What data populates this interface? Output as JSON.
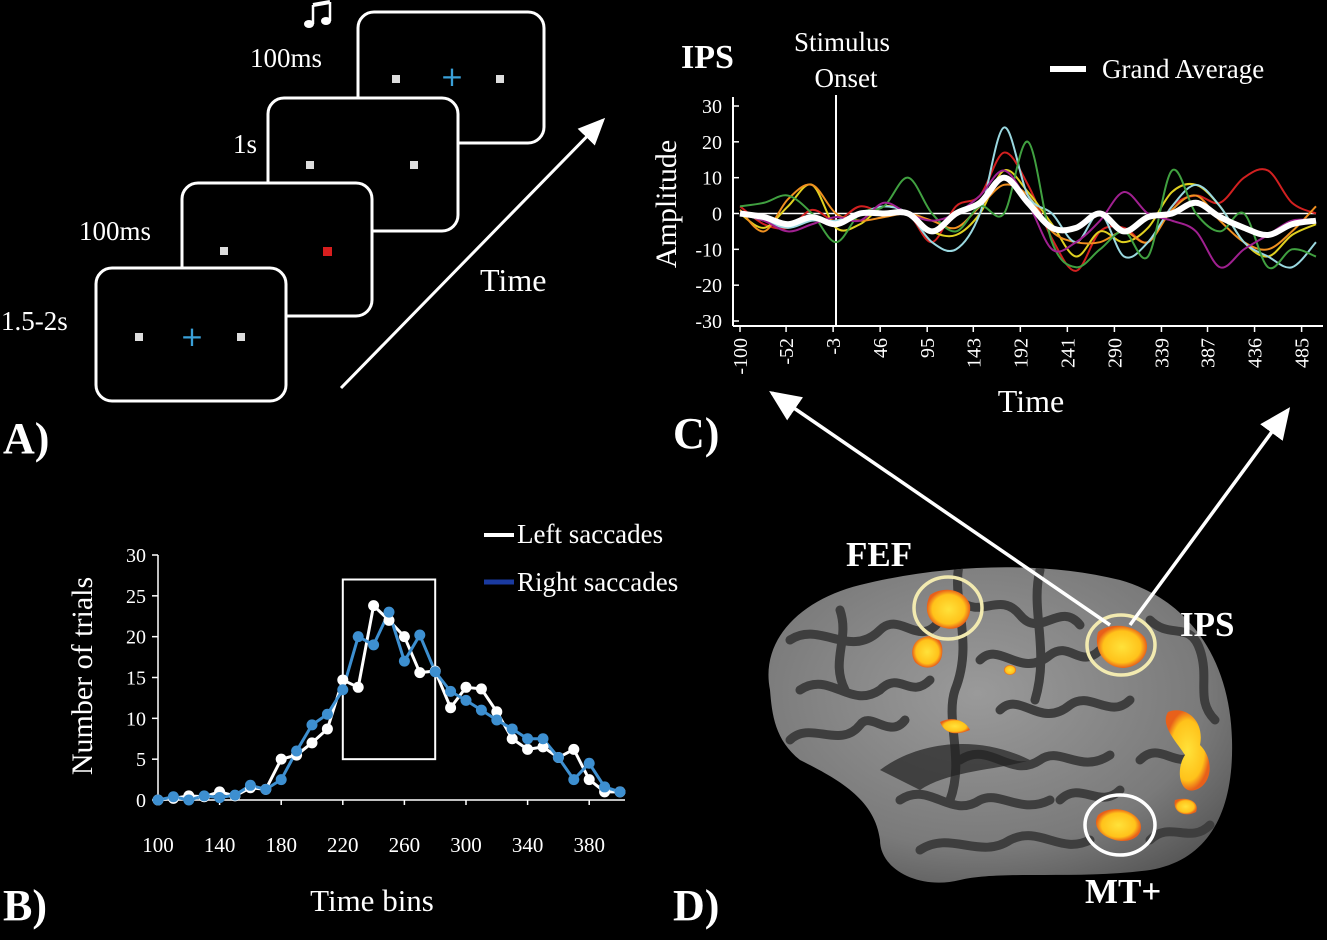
{
  "panel_labels": {
    "a": "A)",
    "b": "B)",
    "c": "C)",
    "d": "D)"
  },
  "panel_a": {
    "durations": [
      "1.5-2s",
      "100ms",
      "1s",
      "100ms"
    ],
    "time_label": "Time",
    "music_icon": "music-note-icon",
    "colors": {
      "fixation_cross": "#3aa0d8",
      "dot": "#dddddd",
      "target_dot": "#d81e1e"
    }
  },
  "panel_b": {
    "chart_data": {
      "type": "line",
      "xlabel": "Time bins",
      "ylabel": "Number of trials",
      "xlim": [
        100,
        400
      ],
      "ylim": [
        0,
        30
      ],
      "x_ticks": [
        "100",
        "140",
        "180",
        "220",
        "260",
        "300",
        "340",
        "380"
      ],
      "y_ticks": [
        "0",
        "5",
        "10",
        "15",
        "20",
        "25",
        "30"
      ],
      "x": [
        100,
        110,
        120,
        130,
        140,
        150,
        160,
        170,
        180,
        190,
        200,
        210,
        220,
        230,
        240,
        250,
        260,
        270,
        280,
        290,
        300,
        310,
        320,
        330,
        340,
        350,
        360,
        370,
        380,
        390,
        400
      ],
      "series": [
        {
          "name": "Left saccades",
          "color": "#ffffff",
          "values": [
            0,
            0.2,
            0.5,
            0.4,
            1,
            0.5,
            1.5,
            1.3,
            5,
            5.5,
            7,
            8.7,
            14.7,
            13.8,
            23.8,
            22,
            20,
            15.6,
            15.8,
            11.3,
            13.8,
            13.6,
            10.8,
            7.5,
            6.2,
            6.5,
            5.2,
            6.2,
            2.5,
            1,
            1
          ]
        },
        {
          "name": "Right saccades",
          "color": "#3d8fd0",
          "values": [
            0,
            0.4,
            0,
            0.5,
            0.3,
            0.6,
            1.8,
            1.3,
            2.5,
            6,
            9.2,
            10.5,
            13.5,
            20,
            19,
            23,
            17,
            20.2,
            15.7,
            13.3,
            12.2,
            11,
            9.8,
            8.7,
            7.5,
            7.5,
            5.2,
            2.5,
            4.5,
            1.6,
            1
          ]
        }
      ],
      "legend_position": "top-right",
      "highlight_box_x": [
        220,
        280
      ],
      "highlight_box_y": [
        5,
        27
      ]
    }
  },
  "panel_c": {
    "chart_data": {
      "type": "line",
      "title": "IPS",
      "xlabel": "Time",
      "ylabel": "Amplitude",
      "xlim": [
        -100,
        500
      ],
      "ylim": [
        -30,
        30
      ],
      "x_ticks": [
        "-100",
        "-52",
        "-3",
        "46",
        "95",
        "143",
        "192",
        "241",
        "290",
        "339",
        "387",
        "436",
        "485"
      ],
      "y_ticks": [
        "30",
        "20",
        "10",
        "0",
        "-10",
        "-20",
        "-30"
      ],
      "onset_x": 0,
      "onset_label_lines": [
        "Stimulus",
        "Onset"
      ],
      "legend": [
        {
          "name": "Grand Average",
          "color": "#ffffff"
        }
      ],
      "x": [
        -100,
        -75,
        -50,
        -25,
        0,
        25,
        50,
        75,
        100,
        125,
        150,
        175,
        200,
        225,
        250,
        275,
        300,
        325,
        350,
        375,
        400,
        425,
        450,
        475,
        500
      ],
      "series": [
        {
          "name": "Grand Average",
          "color": "#ffffff",
          "values": [
            0,
            -1,
            -3,
            -1,
            -3,
            0,
            0,
            0,
            -5,
            0,
            3,
            10,
            3,
            -4,
            -4,
            0,
            -5,
            -1,
            0,
            3,
            -1,
            -4,
            -6,
            -3,
            -2
          ]
        },
        {
          "color": "#d22020",
          "values": [
            2,
            -3,
            -4,
            1,
            -2,
            2,
            0,
            0,
            -8,
            2,
            5,
            17,
            8,
            -7,
            -16,
            -5,
            -4,
            -8,
            2,
            5,
            3,
            10,
            12,
            3,
            0
          ]
        },
        {
          "color": "#e0d020",
          "values": [
            0,
            -4,
            2,
            8,
            -4,
            -3,
            2,
            0,
            -5,
            -6,
            0,
            12,
            6,
            -3,
            -12,
            -5,
            -8,
            -4,
            6,
            8,
            2,
            -8,
            -12,
            -6,
            -3
          ]
        },
        {
          "color": "#f09020",
          "values": [
            1,
            -5,
            4,
            8,
            0,
            -2,
            -1,
            0,
            -2,
            -4,
            2,
            8,
            5,
            -5,
            -8,
            -8,
            -5,
            -8,
            1,
            5,
            -2,
            -8,
            -10,
            -5,
            2
          ]
        },
        {
          "color": "#9ad8e0",
          "values": [
            0,
            -2,
            -4,
            -2,
            -2,
            0,
            2,
            0,
            -8,
            -10,
            0,
            24,
            5,
            0,
            -8,
            0,
            -12,
            -8,
            2,
            8,
            2,
            -8,
            -12,
            -15,
            -8
          ]
        },
        {
          "color": "#40a040",
          "values": [
            2,
            3,
            5,
            0,
            -8,
            0,
            2,
            10,
            0,
            -5,
            2,
            0,
            20,
            -8,
            -15,
            -10,
            -5,
            -12,
            12,
            0,
            -5,
            0,
            -15,
            -10,
            -12
          ]
        },
        {
          "color": "#a02090",
          "values": [
            0,
            -2,
            -5,
            -3,
            -1,
            -2,
            3,
            0,
            -2,
            0,
            5,
            12,
            3,
            -10,
            -8,
            -2,
            6,
            0,
            -2,
            -5,
            -15,
            -10,
            -6,
            -2,
            -2
          ]
        }
      ]
    }
  },
  "panel_d": {
    "regions": [
      "FEF",
      "IPS",
      "MT+"
    ]
  }
}
